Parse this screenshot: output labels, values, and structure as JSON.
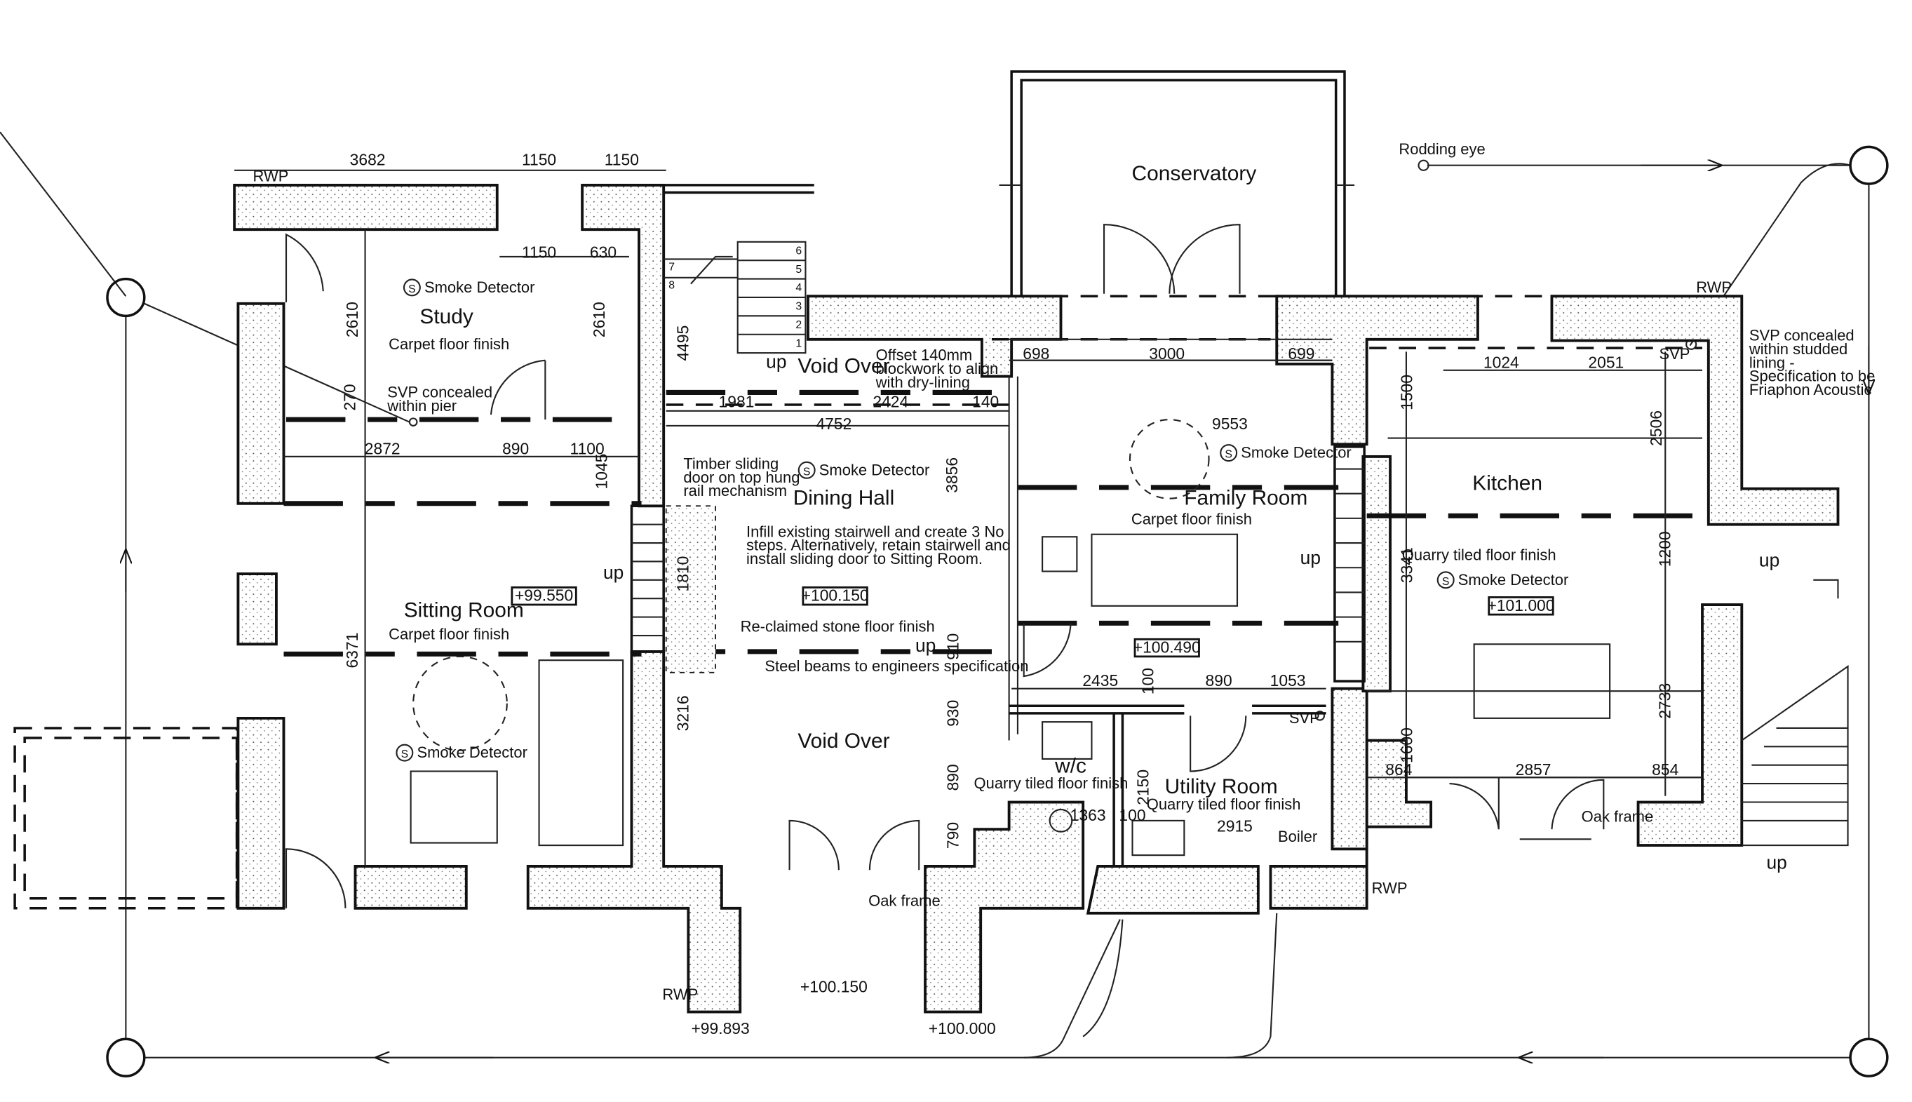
{
  "rooms": {
    "study": "Study",
    "sitting_room": "Sitting Room",
    "dining_hall": "Dining Hall",
    "family_room": "Family Room",
    "kitchen": "Kitchen",
    "conservatory": "Conservatory",
    "wc": "w/c",
    "utility_room": "Utility Room",
    "void_over_top": "Void Over",
    "void_over_bottom": "Void Over"
  },
  "finishes": {
    "study": "Carpet floor finish",
    "sitting_room": "Carpet floor finish",
    "family_room": "Carpet floor finish",
    "dining_hall": "Re-claimed stone floor finish",
    "kitchen": "Quarry tiled floor finish",
    "wc": "Quarry tiled floor finish",
    "utility_room": "Quarry tiled floor finish"
  },
  "smoke_detector": "Smoke Detector",
  "smoke_symbol": "S",
  "levels": {
    "sitting_room": "+99.550",
    "dining_hall": "+100.150",
    "family_room": "+100.490",
    "kitchen": "+101.000",
    "external_front": "+100.150",
    "external_left": "+99.893",
    "external_right": "+100.000"
  },
  "notes": {
    "svp_pier_1": "SVP concealed",
    "svp_pier_2": "within pier",
    "offset_1": "Offset 140mm",
    "offset_2": "blockwork  to align",
    "offset_3": "with dry-lining",
    "timber_1": "Timber sliding",
    "timber_2": "door on top hung",
    "timber_3": "rail mechanism",
    "infill_1": "Infill existing stairwell and create 3 No",
    "infill_2": "steps. Alternatively, retain stairwell and",
    "infill_3": "install sliding door to Sitting Room.",
    "steel": "Steel beams to engineers specification",
    "svp_lining_1": "SVP concealed",
    "svp_lining_2": "within studded",
    "svp_lining_3": "lining -",
    "svp_lining_4": "Specification to be",
    "svp_lining_5": "Friaphon Acoustic",
    "rodding": "Rodding eye",
    "boiler": "Boiler",
    "oak_frame_1": "Oak frame",
    "oak_frame_2": "Oak frame"
  },
  "labels": {
    "rwp": "RWP",
    "svp": "SVP",
    "up": "up"
  },
  "stair_numbers": [
    "6",
    "5",
    "4",
    "3",
    "2",
    "1",
    "7",
    "8"
  ],
  "dimensions": {
    "d3682": "3682",
    "d1150a": "1150",
    "d1150b": "1150",
    "d1150c": "1150",
    "d630": "630",
    "d2610a": "2610",
    "d2610b": "2610",
    "d270": "270",
    "d2872": "2872",
    "d890a": "890",
    "d1100": "1100",
    "d1045": "1045",
    "d4495": "4495",
    "d1981": "1981",
    "d2424": "2424",
    "d140": "140",
    "d4752": "4752",
    "d3856": "3856",
    "d1810": "1810",
    "d6371": "6371",
    "d3216": "3216",
    "d910": "910",
    "d930": "930",
    "d890b": "890",
    "d790": "790",
    "d698": "698",
    "d3000": "3000",
    "d699": "699",
    "d9553": "9553",
    "d2435": "2435",
    "d100a": "100",
    "d890c": "890",
    "d1053": "1053",
    "d1363": "1363",
    "d100b": "100",
    "d2150": "2150",
    "d2915": "2915",
    "d1024": "1024",
    "d2051": "2051",
    "d1500": "1500",
    "d2506": "2506",
    "d3341": "3341",
    "d1200": "1200",
    "d1600": "1600",
    "d2733": "2733",
    "d864": "864",
    "d2857": "2857",
    "d854": "854"
  },
  "colors": {
    "line": "#111111",
    "hatch_dot": "#555555",
    "background": "#ffffff"
  }
}
